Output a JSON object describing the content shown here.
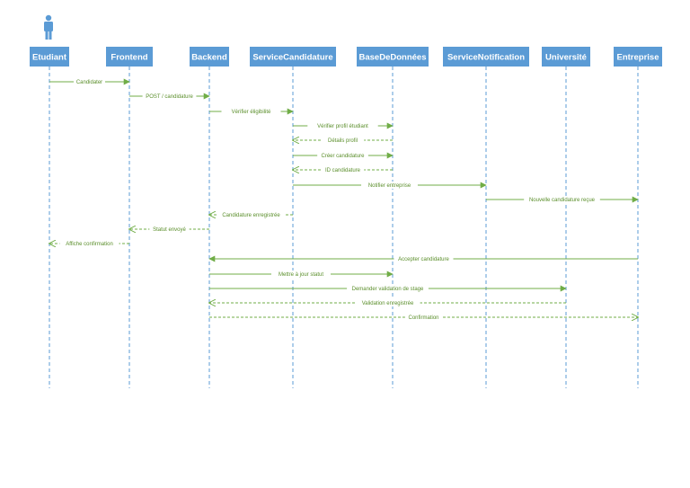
{
  "diagram": {
    "actors": [
      {
        "label": "Etudiant",
        "icon": "person-icon"
      },
      {
        "label": "Frontend"
      },
      {
        "label": "Backend"
      },
      {
        "label": "ServiceCandidature"
      },
      {
        "label": "BaseDeDonnées"
      },
      {
        "label": "ServiceNotification"
      },
      {
        "label": "Université"
      },
      {
        "label": "Entreprise"
      }
    ],
    "messages": [
      {
        "from": 0,
        "to": 1,
        "label": "Candidater",
        "kind": "sync"
      },
      {
        "from": 1,
        "to": 2,
        "label": "POST / candidature",
        "kind": "sync"
      },
      {
        "from": 2,
        "to": 3,
        "label": "Vérifier éligibilité",
        "kind": "sync"
      },
      {
        "from": 3,
        "to": 4,
        "label": "Vérifier profil étudiant",
        "kind": "sync"
      },
      {
        "from": 4,
        "to": 3,
        "label": "Détails profil",
        "kind": "return"
      },
      {
        "from": 3,
        "to": 4,
        "label": "Créer candidature",
        "kind": "sync"
      },
      {
        "from": 4,
        "to": 3,
        "label": "ID candidature",
        "kind": "return"
      },
      {
        "from": 3,
        "to": 5,
        "label": "Notifier entreprise",
        "kind": "sync"
      },
      {
        "from": 5,
        "to": 7,
        "label": "Nouvelle candidature reçue",
        "kind": "sync"
      },
      {
        "from": 3,
        "to": 2,
        "label": "Candidature enregistrée",
        "kind": "return"
      },
      {
        "from": 2,
        "to": 1,
        "label": "Statut envoyé",
        "kind": "return"
      },
      {
        "from": 1,
        "to": 0,
        "label": "Affiche confirmation",
        "kind": "return"
      },
      {
        "from": 7,
        "to": 2,
        "label": "Accepter candidature",
        "kind": "sync"
      },
      {
        "from": 2,
        "to": 4,
        "label": "Mettre à jour statut",
        "kind": "sync"
      },
      {
        "from": 2,
        "to": 6,
        "label": "Demander validation de stage",
        "kind": "sync"
      },
      {
        "from": 6,
        "to": 2,
        "label": "Validation enregistrée",
        "kind": "return"
      },
      {
        "from": 2,
        "to": 7,
        "label": "Confirmation",
        "kind": "return"
      }
    ],
    "colors": {
      "header_fill": "#5b9bd5",
      "lifeline": "#5b9bd5",
      "message": "#70ad47",
      "message_text": "#5a8e2a",
      "actor_icon": "#5b9bd5"
    }
  }
}
